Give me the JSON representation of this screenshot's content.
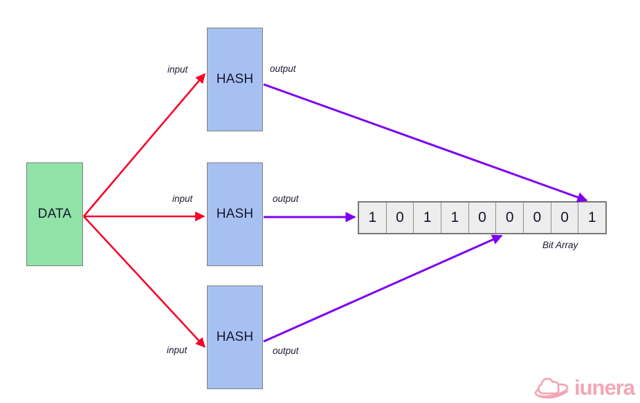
{
  "diagram": {
    "nodes": {
      "data": {
        "label": "DATA"
      },
      "hash_top": {
        "label": "HASH"
      },
      "hash_middle": {
        "label": "HASH"
      },
      "hash_bottom": {
        "label": "HASH"
      }
    },
    "edges": {
      "inputs": [
        {
          "label": "input"
        },
        {
          "label": "input"
        },
        {
          "label": "input"
        }
      ],
      "outputs": [
        {
          "label": "output"
        },
        {
          "label": "output"
        },
        {
          "label": "output"
        }
      ]
    },
    "bit_array": {
      "bits": [
        "1",
        "0",
        "1",
        "1",
        "0",
        "0",
        "0",
        "0",
        "1"
      ],
      "caption": "Bit Array"
    },
    "colors": {
      "data_node_fill": "#90E2A6",
      "hash_node_fill": "#A6C1F1",
      "node_border": "#7F7F7F",
      "input_arrow_red": "#F50527",
      "output_arrow_purple": "#7D00F0",
      "bit_cell_fill": "#EDEDED",
      "label_text": "#1A1A33",
      "logo_pink": "#F2A6B5"
    }
  },
  "branding": {
    "logo_text": "iunera"
  }
}
